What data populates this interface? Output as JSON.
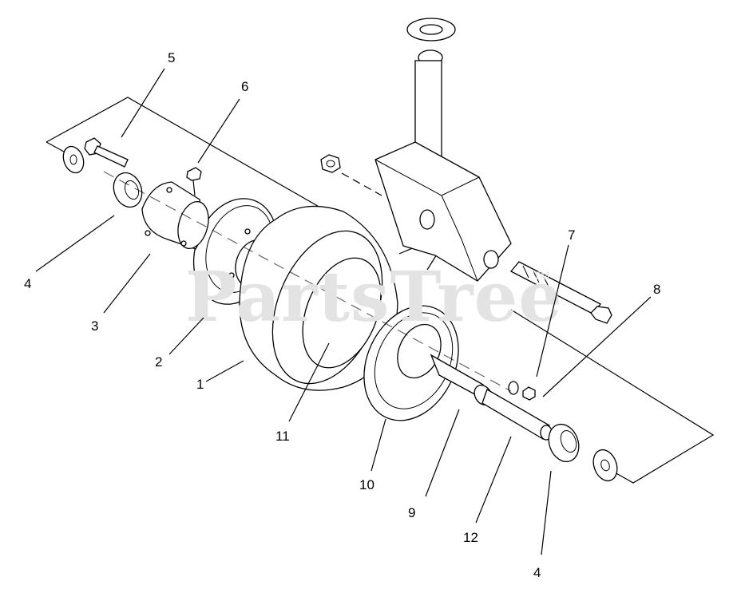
{
  "watermark": {
    "text": "PartsTree",
    "trademark": "TM"
  },
  "callouts": [
    "1",
    "2",
    "3",
    "4",
    "4",
    "5",
    "6",
    "7",
    "8",
    "9",
    "10",
    "11",
    "12"
  ]
}
